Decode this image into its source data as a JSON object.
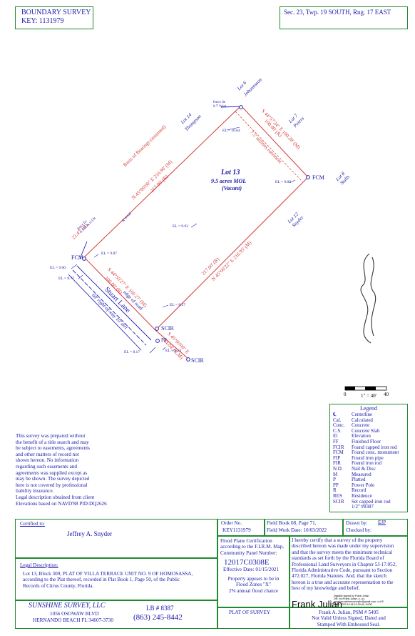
{
  "header": {
    "title": "BOUNDARY SURVEY",
    "key": "KEY: 1131979",
    "section": "Sec. 23, Twp. 19 SOUTH, Rng. 17 EAST"
  },
  "plat": {
    "lot13": "Lot 13",
    "acres": "9.5 acres MOL",
    "vacant": "(Vacant)",
    "lot6": "Lot 6",
    "lot6_owner": "Johannsson",
    "lot7": "Lot 7",
    "lot7_owner": "Peters",
    "lot8": "Lot 8",
    "lot8_owner": "Stalls",
    "lot12": "Lot 12",
    "lot12_owner": "Snyder",
    "lot14": "Lot 14",
    "lot14_owner": "Thompson",
    "basis": "Basis of Bearings (assumed)",
    "nw_line_m": "N 45°00'00\" E 216.90' (M)",
    "nw_line_r": "217.00' (R)",
    "ne_line_m": "S 44°57'24\" E 100.28' (M)",
    "ne_line_r": "100.00' (R)",
    "easement": "7.5' utilities easement",
    "se_line_r": "217.00' (R)",
    "se_line_m": "N 45°00'22\" E 216.95' (M)",
    "sw_line_m": "S 44°55'27\" E 100.27' (M)",
    "sw_line_r": "100.00' (R)",
    "short_r": "22.47' (R)",
    "road_line_1": "S 45°00'00\" E",
    "road_line_2": "44.04' (R,M)",
    "fence_n": "fence lie",
    "fence_n2": "0.7' West",
    "fence_w": "fence lie",
    "fence_w2": "0.5'W & 0.5'N",
    "wood": "& wood",
    "el_1064": "EL = 10.64",
    "el_980": "EL = 9.80",
    "el_993": "EL = 9.93",
    "el_987": "EL = 9.87",
    "el_900": "EL = 9.00",
    "el_877": "EL = 8.77",
    "el_857": "EL = 8.57",
    "el_817": "EL = 8.17",
    "el_813": "EL = 8.13",
    "fcm_ne": "FCM",
    "fcm_w": "FCM",
    "scir_1": "SCIR",
    "scir_2": "SCIR",
    "pp": "PP",
    "stuart_lane": "Stuart Lane",
    "row": "60' right-of-way 10' dirt",
    "edge_road": "edge of road",
    "scale_zero": "0",
    "scale_40": "40",
    "scale_label": "1\" = 40'"
  },
  "legend": {
    "title": "Legend",
    "items": [
      {
        "ab": "℄",
        "desc": "Centerline"
      },
      {
        "ab": "Cal.",
        "desc": "Calculated"
      },
      {
        "ab": "Conc.",
        "desc": "Concrete"
      },
      {
        "ab": "C.S.",
        "desc": "Concrete Slab"
      },
      {
        "ab": "El",
        "desc": "Elevation"
      },
      {
        "ab": "FF",
        "desc": "Finished Floor"
      },
      {
        "ab": "FCIR",
        "desc": "Found capped iron rod"
      },
      {
        "ab": "FCM",
        "desc": "Found conc. monument"
      },
      {
        "ab": "FIP",
        "desc": "Found iron pipe"
      },
      {
        "ab": "FIR",
        "desc": "Found iron rod"
      },
      {
        "ab": "N.D.",
        "desc": "Nail & Disc"
      },
      {
        "ab": "M",
        "desc": "Measured"
      },
      {
        "ab": "P",
        "desc": "Platted"
      },
      {
        "ab": "PP",
        "desc": "Power Pole"
      },
      {
        "ab": "R",
        "desc": "Record"
      },
      {
        "ab": "RES",
        "desc": "Residence"
      },
      {
        "ab": "SCIR",
        "desc": "Set capped iron rod"
      },
      {
        "ab": "",
        "desc": "1/2\" #8387"
      }
    ]
  },
  "notes": {
    "lines": [
      "This survey was prepared without",
      "the benefit of a title search and may",
      "be subject to easements, agreements",
      "and other matters of record not",
      "shown hereon. No information",
      "regarding such easements and",
      "agreements was supplied except as",
      "may be shown. The survey depicted",
      "here is not covered by professional",
      "liability insurance."
    ],
    "legal_source": "Legal description obtained from client",
    "elevations": "Elevations based on NAVD'88 PID:DQ2626"
  },
  "certified": {
    "label": "Certified to:",
    "name": "Jeffrey A. Snyder"
  },
  "order": {
    "label": "Order No.",
    "value": "KEY1131979"
  },
  "field": {
    "book": "Field Book 08, Page 71,",
    "date": "Field Work Date: 10/03/2022"
  },
  "drawn": {
    "drawn_by": "Drawn by:",
    "drawn_val": "EJP",
    "checked_by": "Checked by:"
  },
  "flood": {
    "line1": "Flood Plane Certification",
    "line2": "according to the F.I.R.M. Map,",
    "line3": "Community Panel Number:",
    "panel": "12017C0308E",
    "effective": "Effective Date: 01/15/2021",
    "zone1": "Property appears to be in",
    "zone2": "Flood Zones \"X\"",
    "zone3": "2% annual flood chance"
  },
  "certify_text": [
    "I hereby certify that a survey of the property",
    "described hereon was made under my supervision",
    "and that the survey meets the minimum technical",
    "standards as set forth by the Florida Board of",
    "Professional Land Surveyors in Chapter 5J-17.052,",
    "Florida Administrative Code, pursuant to Section",
    "472.027, Florida Statutes. And, that the sketch",
    "hereon is a true and accurate representation to the",
    "best of my knowledge and belief."
  ],
  "legal": {
    "label": "Legal Description:",
    "lines": [
      "Lot 13, Block 309, PLAT OF VILLA TERRACE UNIT NO. 9 OF HOMOSASSA,",
      "according to the Plat thereof, recorded in Plat Book 1, Page 50, of the Public",
      "Records of Citrus County, Florida."
    ]
  },
  "company": {
    "name": "SUNSHINE SURVEY, LLC",
    "street": "1056 OSOWAW BLVD",
    "city": "HERNANDO BEACH FL 34607-3730",
    "lb": "LB # 8387",
    "phone": "(863) 245-8442"
  },
  "plat_of_survey": "PLAT OF SURVEY",
  "signature": {
    "sig_name": "Frank Julian",
    "digital1": "Digitally signed by Frank Julian",
    "digital2": "DN: cn=Frank Julian, o, ou,",
    "digital3": "email=sunshinesurveyllc@gmail.com, c=US",
    "digital4": "Date: 2022.10.06 10:29:46 -04'00'",
    "printed": "Frank A. Julian, PSM # 5495",
    "valid1": "Not Valid Unless Signed, Dated and",
    "valid2": "Stamped With Embossed Seal."
  },
  "colors": {
    "frame": "#1f8a2e",
    "text": "#1a1aa6",
    "boundary": "#d23a3a"
  }
}
